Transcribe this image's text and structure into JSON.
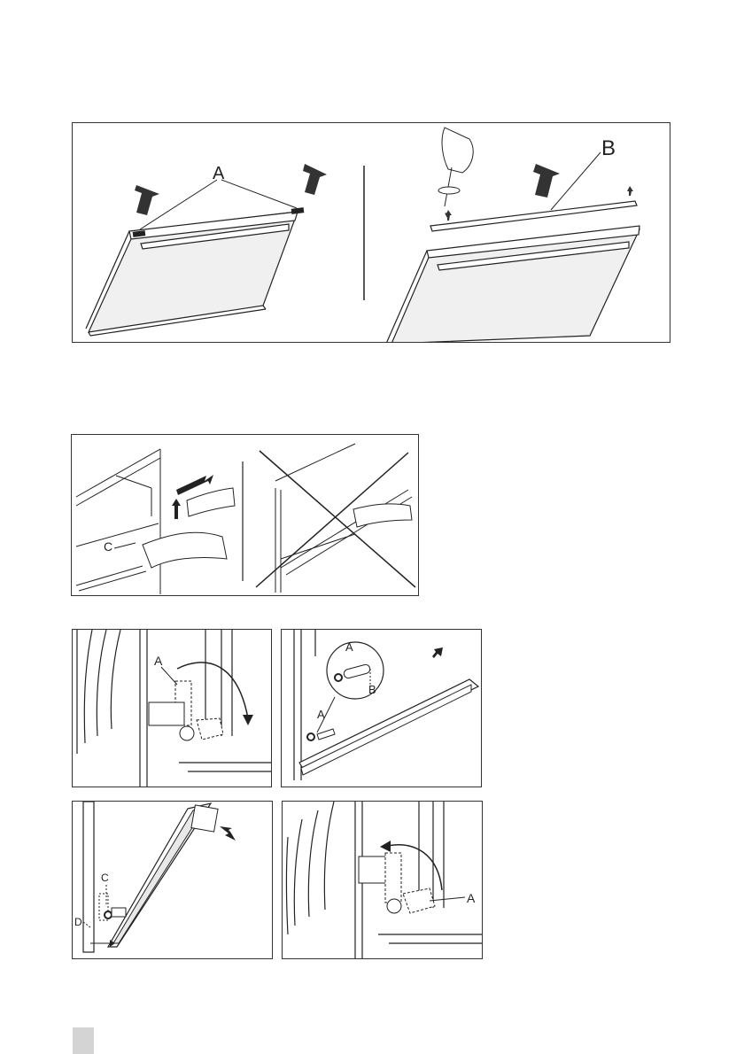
{
  "figure_door_removal": {
    "label_a": "A",
    "label_b": "B"
  },
  "figure_handle": {
    "label_c": "C"
  },
  "figure_hinge_1": {
    "label_a": "A"
  },
  "figure_hinge_2": {
    "label_a_top": "A",
    "label_b": "B",
    "label_a_bottom": "A"
  },
  "figure_hinge_3": {
    "label_c": "C",
    "label_d": "D"
  },
  "figure_hinge_4": {
    "label_a": "A"
  }
}
